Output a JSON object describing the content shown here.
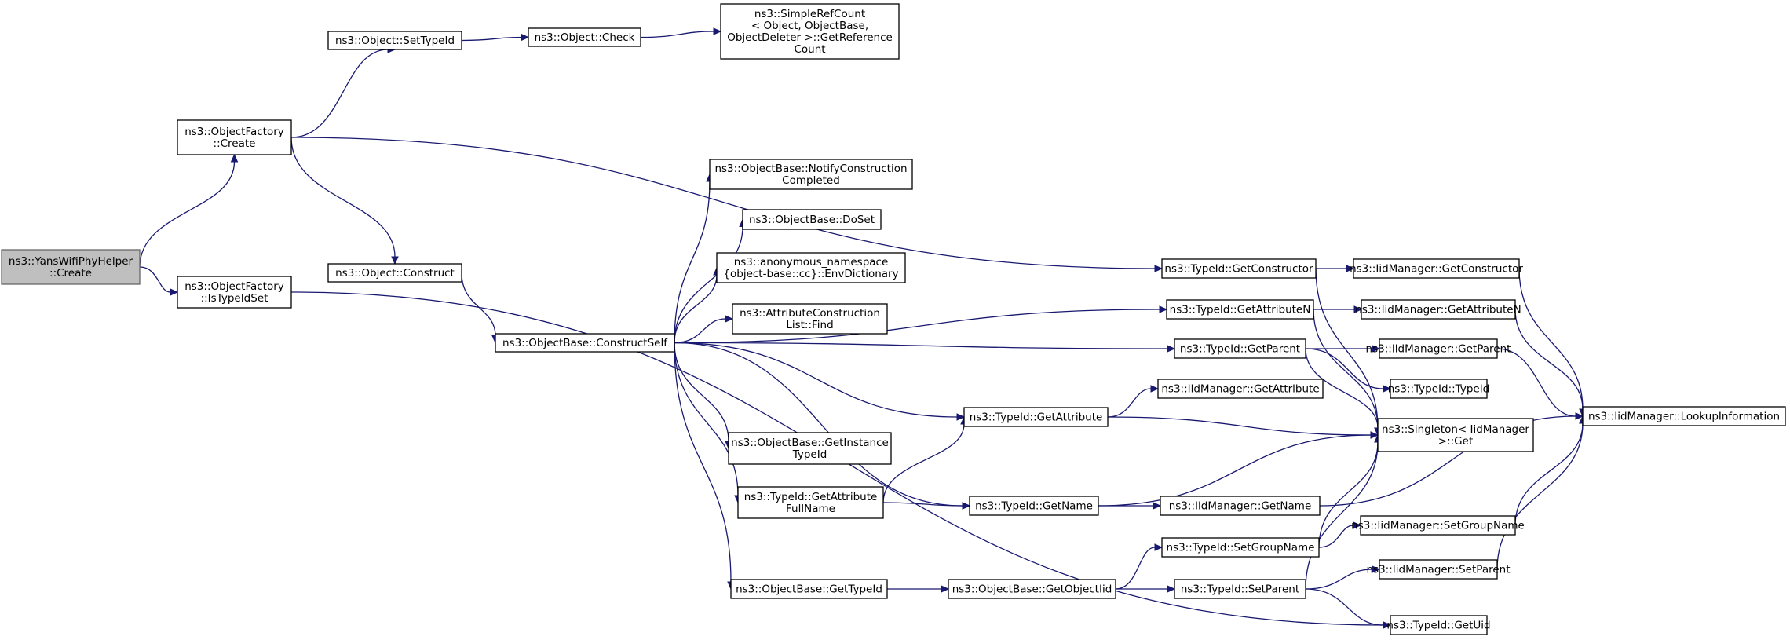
{
  "colors": {
    "edge": "#191970",
    "root_fill": "#bfbfbf",
    "node_fill": "#ffffff",
    "node_stroke": "#000000"
  },
  "nodes": [
    {
      "id": "yans_create",
      "lines": [
        "ns3::YansWifiPhyHelper",
        "::Create"
      ],
      "root": true
    },
    {
      "id": "of_create",
      "lines": [
        "ns3::ObjectFactory",
        "::Create"
      ]
    },
    {
      "id": "of_istypeidset",
      "lines": [
        "ns3::ObjectFactory",
        "::IsTypeIdSet"
      ]
    },
    {
      "id": "obj_settypeid",
      "lines": [
        "ns3::Object::SetTypeId"
      ]
    },
    {
      "id": "obj_check",
      "lines": [
        "ns3::Object::Check"
      ]
    },
    {
      "id": "simplerefcount",
      "lines": [
        "ns3::SimpleRefCount",
        "< Object, ObjectBase,",
        "ObjectDeleter >::GetReference",
        "Count"
      ]
    },
    {
      "id": "obj_construct",
      "lines": [
        "ns3::Object::Construct"
      ]
    },
    {
      "id": "ob_constructself",
      "lines": [
        "ns3::ObjectBase::ConstructSelf"
      ]
    },
    {
      "id": "ob_notify",
      "lines": [
        "ns3::ObjectBase::NotifyConstruction",
        "Completed"
      ]
    },
    {
      "id": "ob_doset",
      "lines": [
        "ns3::ObjectBase::DoSet"
      ]
    },
    {
      "id": "envdict",
      "lines": [
        "ns3::anonymous_namespace",
        "{object-base::cc}::EnvDictionary"
      ]
    },
    {
      "id": "attrconstlist_find",
      "lines": [
        "ns3::AttributeConstruction",
        "List::Find"
      ]
    },
    {
      "id": "ob_getinstancetypeid",
      "lines": [
        "ns3::ObjectBase::GetInstance",
        "TypeId"
      ]
    },
    {
      "id": "tid_getattributefullname",
      "lines": [
        "ns3::TypeId::GetAttribute",
        "FullName"
      ]
    },
    {
      "id": "ob_gettypeid",
      "lines": [
        "ns3::ObjectBase::GetTypeId"
      ]
    },
    {
      "id": "tid_getconstructor",
      "lines": [
        "ns3::TypeId::GetConstructor"
      ]
    },
    {
      "id": "tid_getattributen",
      "lines": [
        "ns3::TypeId::GetAttributeN"
      ]
    },
    {
      "id": "tid_getparent",
      "lines": [
        "ns3::TypeId::GetParent"
      ]
    },
    {
      "id": "tid_getattribute",
      "lines": [
        "ns3::TypeId::GetAttribute"
      ]
    },
    {
      "id": "tid_getname",
      "lines": [
        "ns3::TypeId::GetName"
      ]
    },
    {
      "id": "ob_getobjectiid",
      "lines": [
        "ns3::ObjectBase::GetObjectIid"
      ]
    },
    {
      "id": "tid_setgroupname",
      "lines": [
        "ns3::TypeId::SetGroupName"
      ]
    },
    {
      "id": "tid_setparent",
      "lines": [
        "ns3::TypeId::SetParent"
      ]
    },
    {
      "id": "iid_getconstructor",
      "lines": [
        "ns3::IidManager::GetConstructor"
      ]
    },
    {
      "id": "iid_getattributen",
      "lines": [
        "ns3::IidManager::GetAttributeN"
      ]
    },
    {
      "id": "iid_getparent",
      "lines": [
        "ns3::IidManager::GetParent"
      ]
    },
    {
      "id": "tid_typeid",
      "lines": [
        "ns3::TypeId::TypeId"
      ]
    },
    {
      "id": "iid_getattribute",
      "lines": [
        "ns3::IidManager::GetAttribute"
      ]
    },
    {
      "id": "singleton_get",
      "lines": [
        "ns3::Singleton< IidManager",
        ">::Get"
      ]
    },
    {
      "id": "iid_getname",
      "lines": [
        "ns3::IidManager::GetName"
      ]
    },
    {
      "id": "iid_setgroupname",
      "lines": [
        "ns3::IidManager::SetGroupName"
      ]
    },
    {
      "id": "iid_setparent",
      "lines": [
        "ns3::IidManager::SetParent"
      ]
    },
    {
      "id": "tid_getuid",
      "lines": [
        "ns3::TypeId::GetUid"
      ]
    },
    {
      "id": "iid_lookupinformation",
      "lines": [
        "ns3::IidManager::LookupInformation"
      ]
    }
  ],
  "edges": [
    {
      "from": "yans_create",
      "to": "of_create"
    },
    {
      "from": "yans_create",
      "to": "of_istypeidset"
    },
    {
      "from": "of_create",
      "to": "obj_settypeid"
    },
    {
      "from": "of_create",
      "to": "tid_getconstructor"
    },
    {
      "from": "of_create",
      "to": "obj_construct"
    },
    {
      "from": "obj_settypeid",
      "to": "obj_check"
    },
    {
      "from": "obj_check",
      "to": "simplerefcount"
    },
    {
      "from": "obj_construct",
      "to": "ob_constructself"
    },
    {
      "from": "of_istypeidset",
      "to": "tid_getuid"
    },
    {
      "from": "ob_constructself",
      "to": "tid_getattributen"
    },
    {
      "from": "ob_constructself",
      "to": "ob_notify"
    },
    {
      "from": "ob_constructself",
      "to": "ob_doset"
    },
    {
      "from": "ob_constructself",
      "to": "envdict"
    },
    {
      "from": "ob_constructself",
      "to": "attrconstlist_find"
    },
    {
      "from": "ob_constructself",
      "to": "tid_getparent"
    },
    {
      "from": "ob_constructself",
      "to": "tid_getattribute"
    },
    {
      "from": "ob_constructself",
      "to": "ob_getinstancetypeid"
    },
    {
      "from": "ob_constructself",
      "to": "tid_getattributefullname"
    },
    {
      "from": "ob_constructself",
      "to": "tid_getname"
    },
    {
      "from": "ob_constructself",
      "to": "ob_gettypeid"
    },
    {
      "from": "tid_getattributefullname",
      "to": "tid_getattribute"
    },
    {
      "from": "tid_getattributefullname",
      "to": "tid_getname"
    },
    {
      "from": "ob_gettypeid",
      "to": "ob_getobjectiid"
    },
    {
      "from": "ob_getobjectiid",
      "to": "tid_setgroupname"
    },
    {
      "from": "ob_getobjectiid",
      "to": "tid_setparent"
    },
    {
      "from": "tid_getconstructor",
      "to": "iid_getconstructor"
    },
    {
      "from": "tid_getconstructor",
      "to": "singleton_get"
    },
    {
      "from": "tid_getattributen",
      "to": "iid_getattributen"
    },
    {
      "from": "tid_getattributen",
      "to": "singleton_get"
    },
    {
      "from": "tid_getparent",
      "to": "iid_getparent"
    },
    {
      "from": "tid_getparent",
      "to": "tid_typeid"
    },
    {
      "from": "tid_getparent",
      "to": "singleton_get"
    },
    {
      "from": "tid_getattribute",
      "to": "iid_getattribute"
    },
    {
      "from": "tid_getattribute",
      "to": "singleton_get"
    },
    {
      "from": "tid_getname",
      "to": "iid_getname"
    },
    {
      "from": "tid_getname",
      "to": "singleton_get"
    },
    {
      "from": "tid_setgroupname",
      "to": "iid_setgroupname"
    },
    {
      "from": "tid_setgroupname",
      "to": "singleton_get"
    },
    {
      "from": "tid_setparent",
      "to": "iid_setparent"
    },
    {
      "from": "tid_setparent",
      "to": "tid_getuid"
    },
    {
      "from": "tid_setparent",
      "to": "singleton_get"
    },
    {
      "from": "iid_getconstructor",
      "to": "iid_lookupinformation"
    },
    {
      "from": "iid_getattributen",
      "to": "iid_lookupinformation"
    },
    {
      "from": "iid_getparent",
      "to": "iid_lookupinformation"
    },
    {
      "from": "iid_getname",
      "to": "iid_lookupinformation"
    },
    {
      "from": "iid_setgroupname",
      "to": "iid_lookupinformation"
    },
    {
      "from": "iid_setparent",
      "to": "iid_lookupinformation"
    }
  ]
}
